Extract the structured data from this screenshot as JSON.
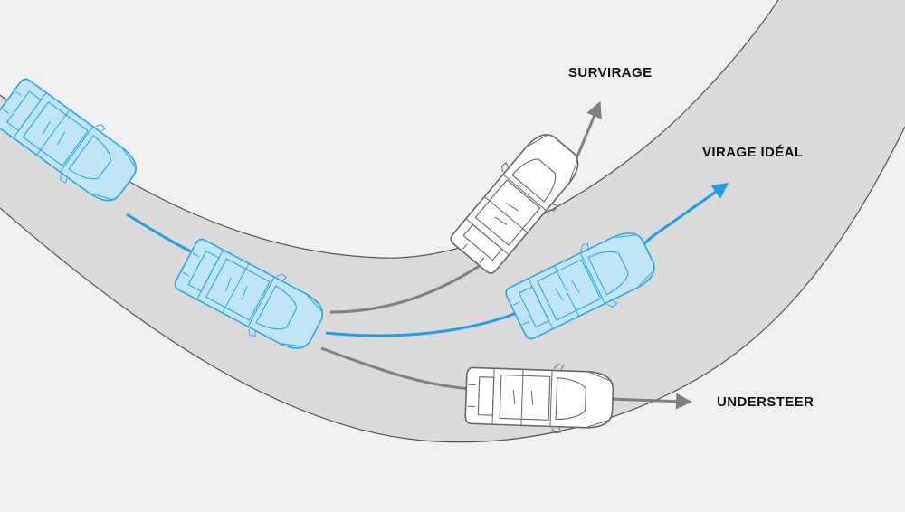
{
  "labels": {
    "oversteer": "SURVIRAGE",
    "ideal": "VIRAGE IDÉAL",
    "understeer": "UNDERSTEER"
  },
  "colors": {
    "background": "#f0f0f0",
    "road": "#dadada",
    "road_edge": "#555555",
    "ideal_path": "#1ea0e6",
    "deviation_path": "#808080",
    "car_blue_fill": "#bfe5f7",
    "car_blue_line": "#2aa6e8",
    "car_white_fill": "#ffffff",
    "car_white_line": "#666666"
  }
}
